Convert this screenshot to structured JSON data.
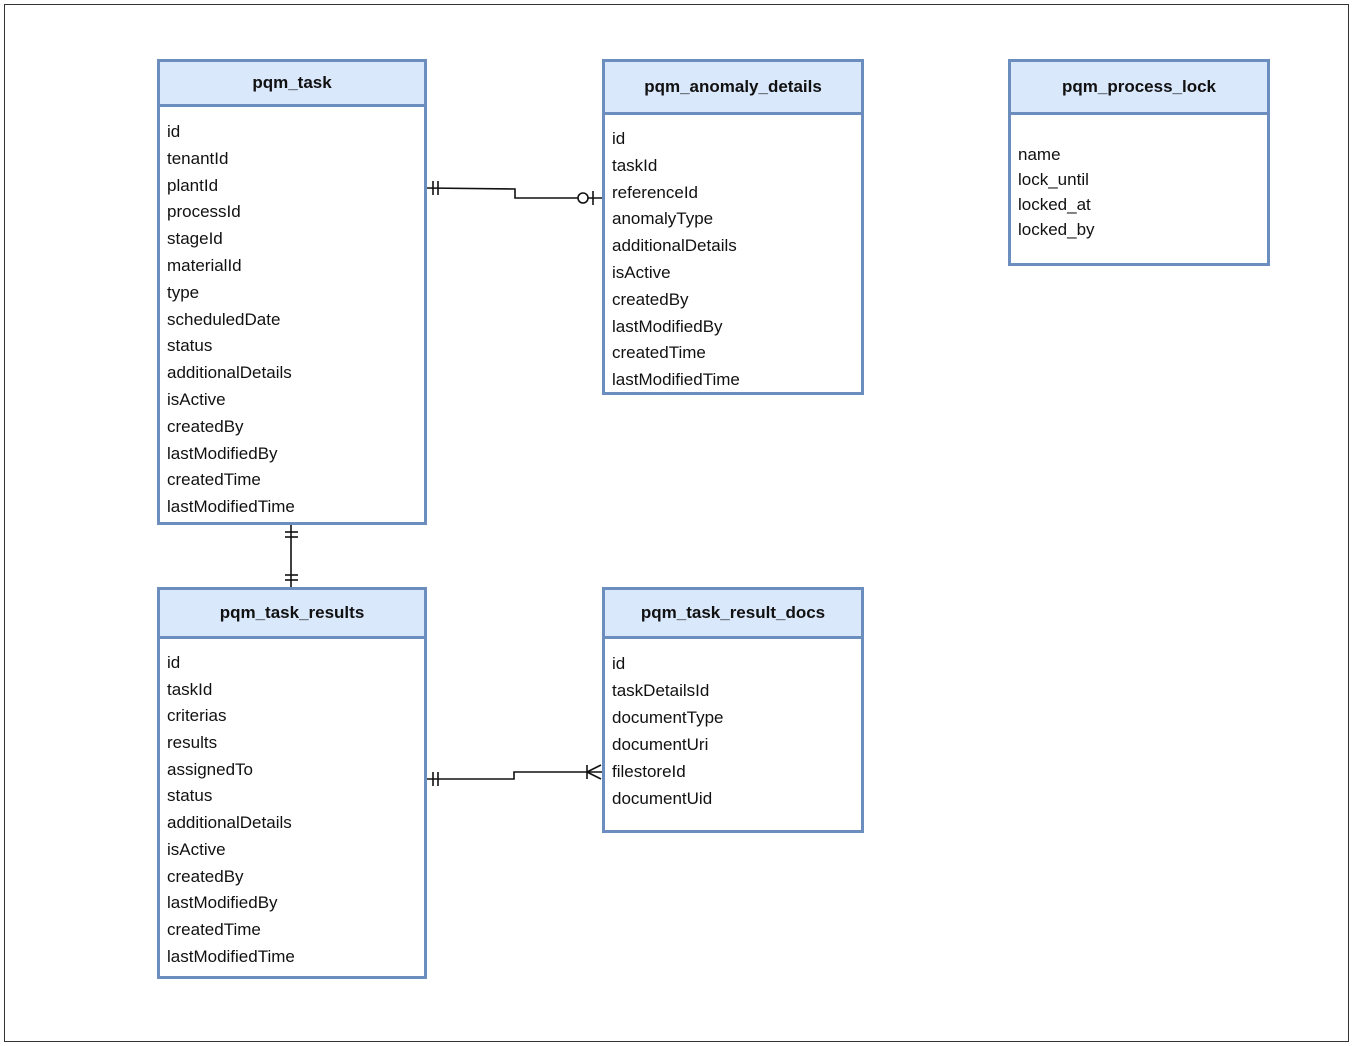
{
  "entities": {
    "pqm_task": {
      "name": "pqm_task",
      "fields": [
        "id",
        "tenantId",
        "plantId",
        "processId",
        "stageId",
        "materialId",
        "type",
        "scheduledDate",
        "status",
        "additionalDetails",
        "isActive",
        "createdBy",
        "lastModifiedBy",
        "createdTime",
        "lastModifiedTime"
      ]
    },
    "pqm_anomaly_details": {
      "name": "pqm_anomaly_details",
      "fields": [
        "id",
        "taskId",
        "referenceId",
        "anomalyType",
        "additionalDetails",
        "isActive",
        "createdBy",
        "lastModifiedBy",
        "createdTime",
        "lastModifiedTime"
      ]
    },
    "pqm_process_lock": {
      "name": "pqm_process_lock",
      "fields": [
        "name",
        "lock_until",
        "locked_at",
        "locked_by"
      ]
    },
    "pqm_task_results": {
      "name": "pqm_task_results",
      "fields": [
        "id",
        "taskId",
        "criterias",
        "results",
        "assignedTo",
        "status",
        "additionalDetails",
        "isActive",
        "createdBy",
        "lastModifiedBy",
        "createdTime",
        "lastModifiedTime"
      ]
    },
    "pqm_task_result_docs": {
      "name": "pqm_task_result_docs",
      "fields": [
        "id",
        "taskDetailsId",
        "documentType",
        "documentUri",
        "filestoreId",
        "documentUid"
      ]
    }
  },
  "relationships": [
    {
      "from": "pqm_task",
      "to": "pqm_anomaly_details",
      "from_cardinality": "one-and-only-one",
      "to_cardinality": "zero-or-one"
    },
    {
      "from": "pqm_task",
      "to": "pqm_task_results",
      "from_cardinality": "one-and-only-one",
      "to_cardinality": "one-and-only-one"
    },
    {
      "from": "pqm_task_results",
      "to": "pqm_task_result_docs",
      "from_cardinality": "one-and-only-one",
      "to_cardinality": "one-or-many"
    }
  ],
  "colors": {
    "border": "#6c8ebf",
    "header_fill": "#dae8fc",
    "line": "#111111",
    "text": "#111111"
  }
}
